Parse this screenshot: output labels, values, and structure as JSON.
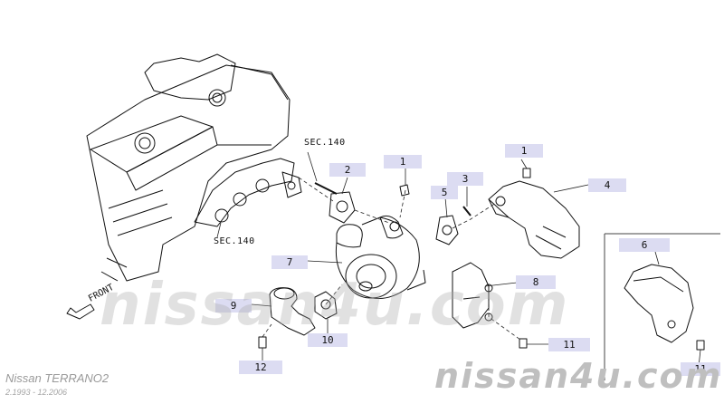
{
  "callouts": [
    {
      "label": "1"
    },
    {
      "label": "1"
    },
    {
      "label": "2"
    },
    {
      "label": "3"
    },
    {
      "label": "4"
    },
    {
      "label": "5"
    },
    {
      "label": "6"
    },
    {
      "label": "7"
    },
    {
      "label": "8"
    },
    {
      "label": "9"
    },
    {
      "label": "10"
    },
    {
      "label": "11"
    },
    {
      "label": "11"
    },
    {
      "label": "12"
    }
  ],
  "section_refs": {
    "upper": "SEC.140",
    "lower": "SEC.140"
  },
  "front_label": "FRONT",
  "watermark": {
    "center": "nissan4u.com",
    "corner": "nissan4u.com"
  },
  "vehicle": {
    "model": "Nissan TERRANO2",
    "production": "2.1993 - 12.2006"
  }
}
